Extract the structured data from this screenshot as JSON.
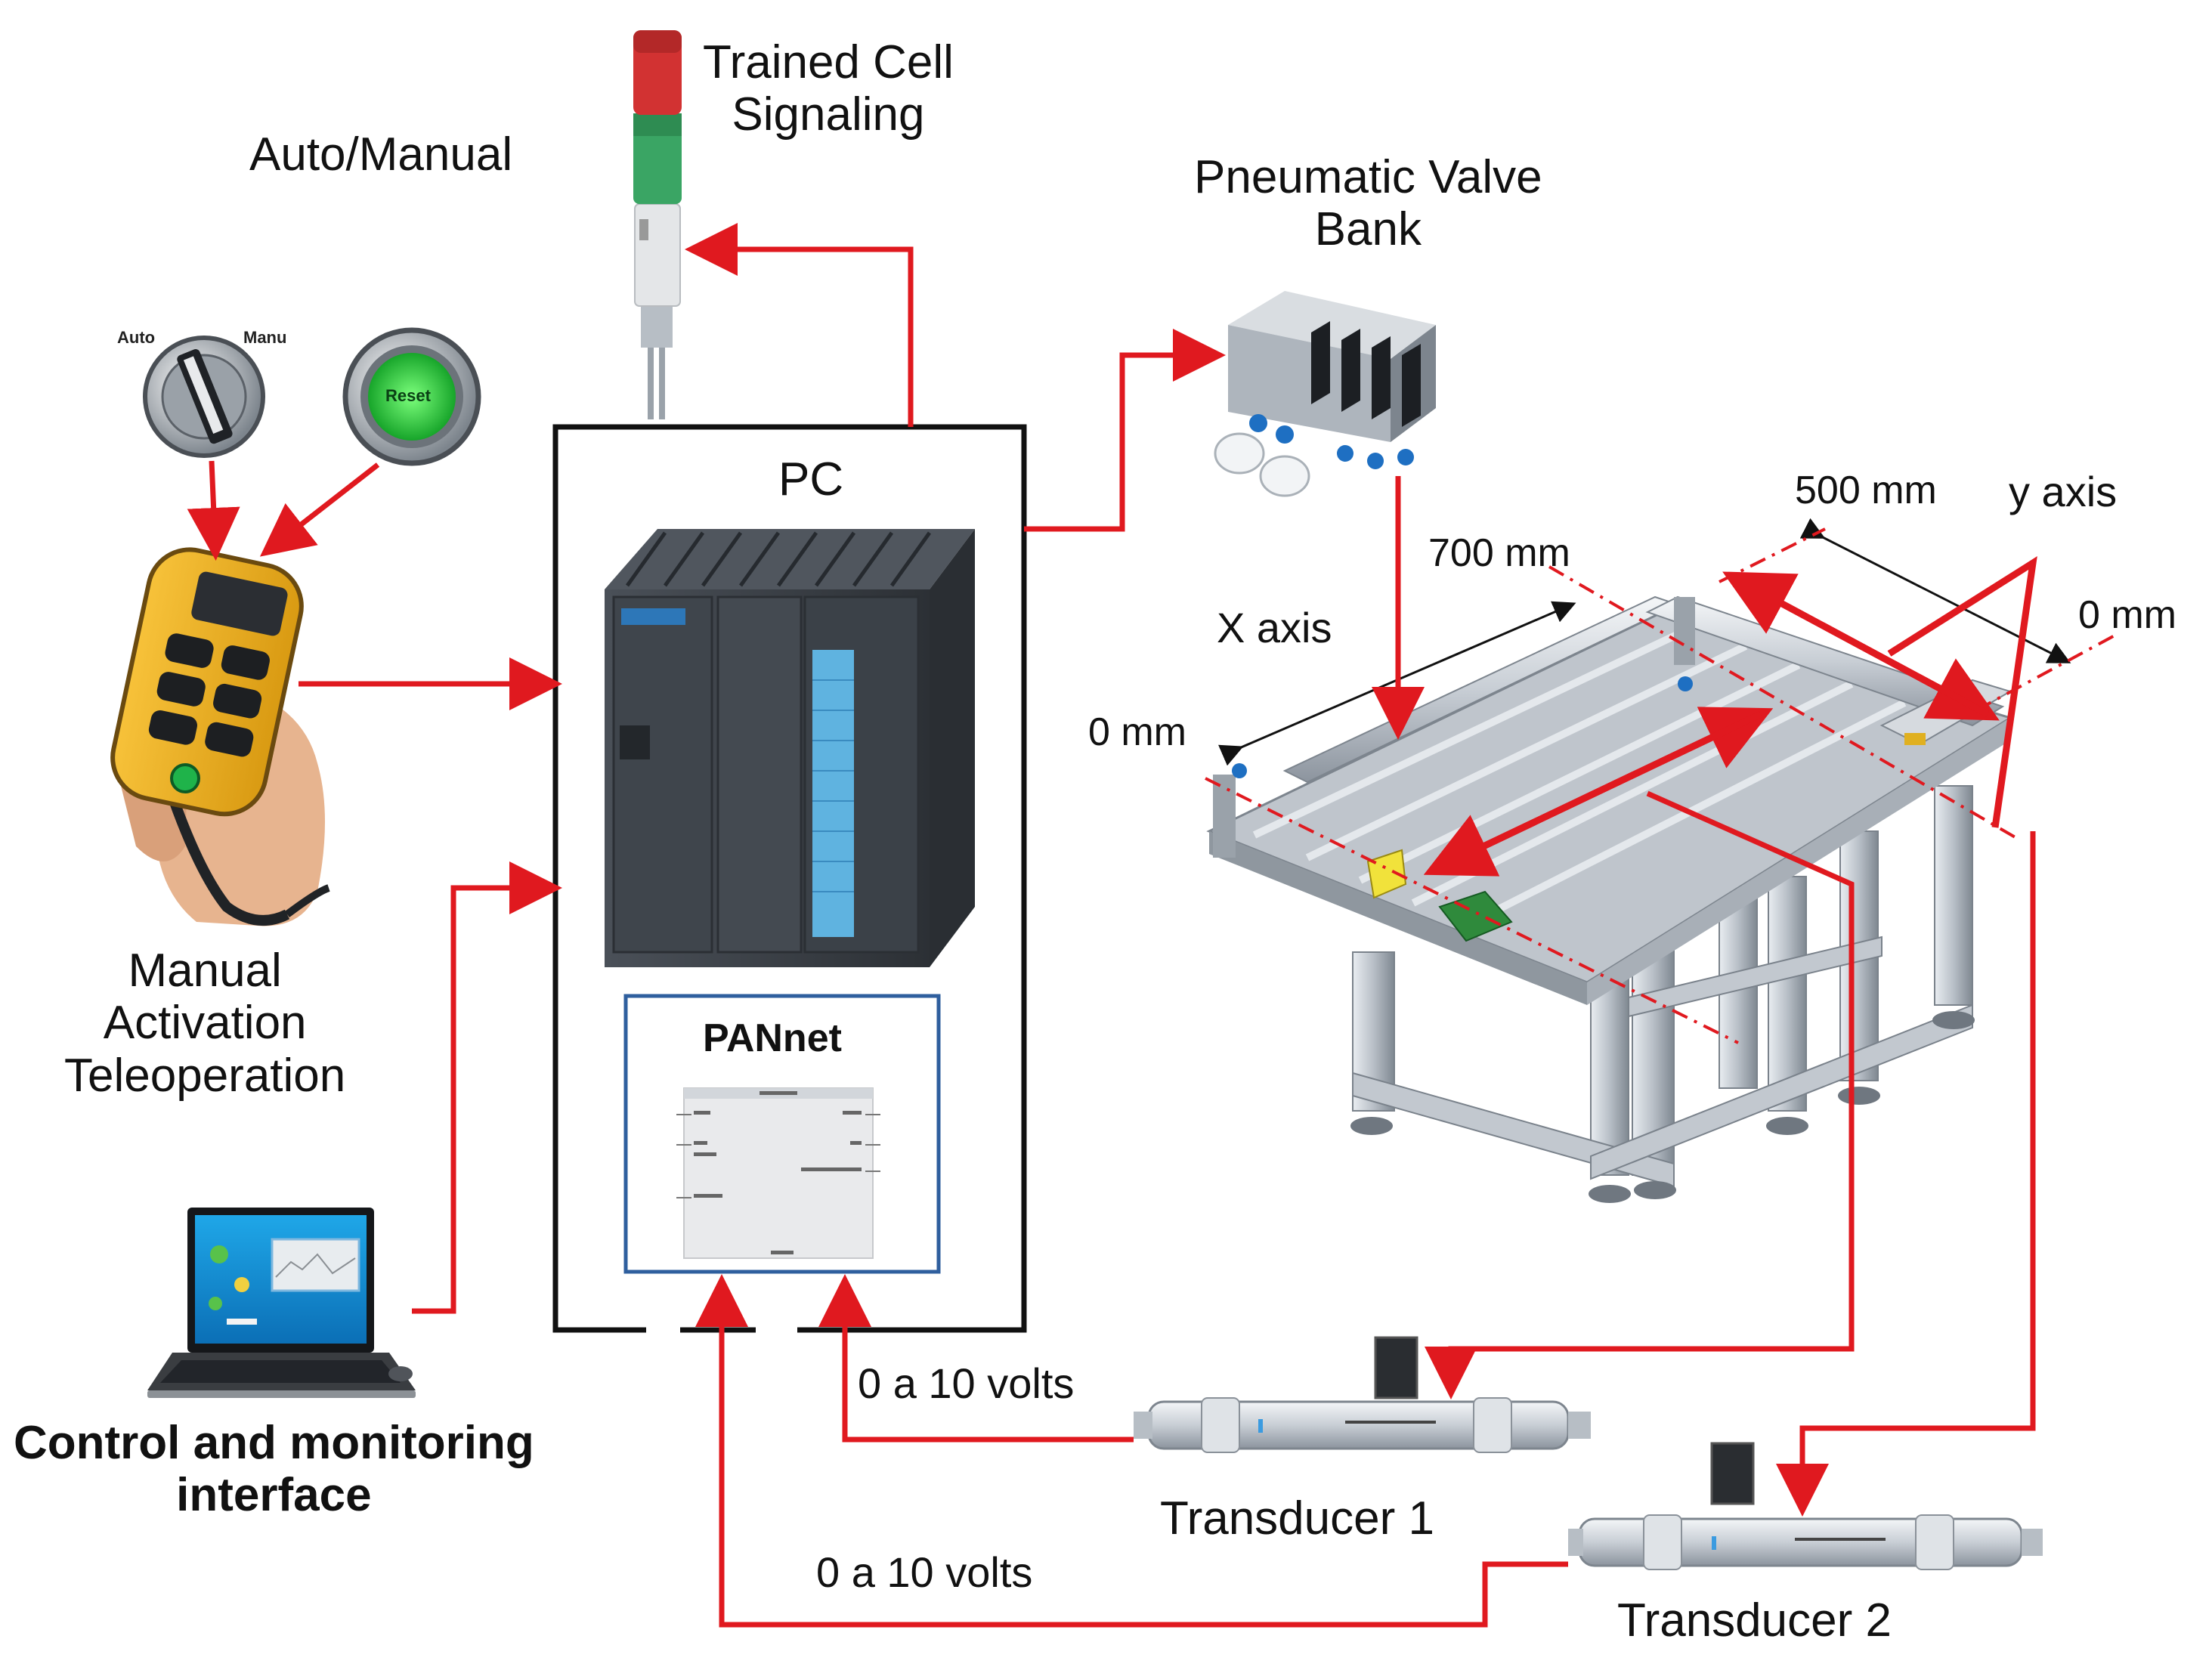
{
  "labels": {
    "trained_cell_signaling": "Trained Cell\nSignaling",
    "auto_manual": "Auto/Manual",
    "pneumatic_valve_bank": "Pneumatic Valve\nBank",
    "pc": "PC",
    "pannet": "PANnet",
    "manual_activation": "Manual\nActivation\nTeleoperation",
    "control_monitoring": "Control and monitoring\ninterface",
    "x_axis": "X axis",
    "y_axis": "y axis",
    "dim_700": "700 mm",
    "dim_500": "500 mm",
    "zero_left": "0 mm",
    "zero_right": "0 mm",
    "volts_1": "0 a 10 volts",
    "volts_2": "0 a 10 volts",
    "transducer_1": "Transducer 1",
    "transducer_2": "Transducer 2",
    "switch_auto": "Auto",
    "switch_manu": "Manu",
    "reset_button": "Reset"
  },
  "colors": {
    "arrow_red": "#e0191f",
    "box_border": "#111111",
    "pannet_border": "#2f5f9e",
    "plc_body": "#3b4047",
    "reset_green": "#35d04a",
    "aluminum": "#c9ced4"
  },
  "icons": {
    "signal_tower": "signal-tower-icon",
    "selector_switch": "selector-switch-icon",
    "reset_button": "reset-button-icon",
    "remote_control": "remote-control-icon",
    "plc": "plc-icon",
    "laptop": "laptop-icon",
    "valve_bank": "pneumatic-valve-icon",
    "xy_table": "xy-table-icon",
    "transducer": "linear-transducer-icon"
  }
}
